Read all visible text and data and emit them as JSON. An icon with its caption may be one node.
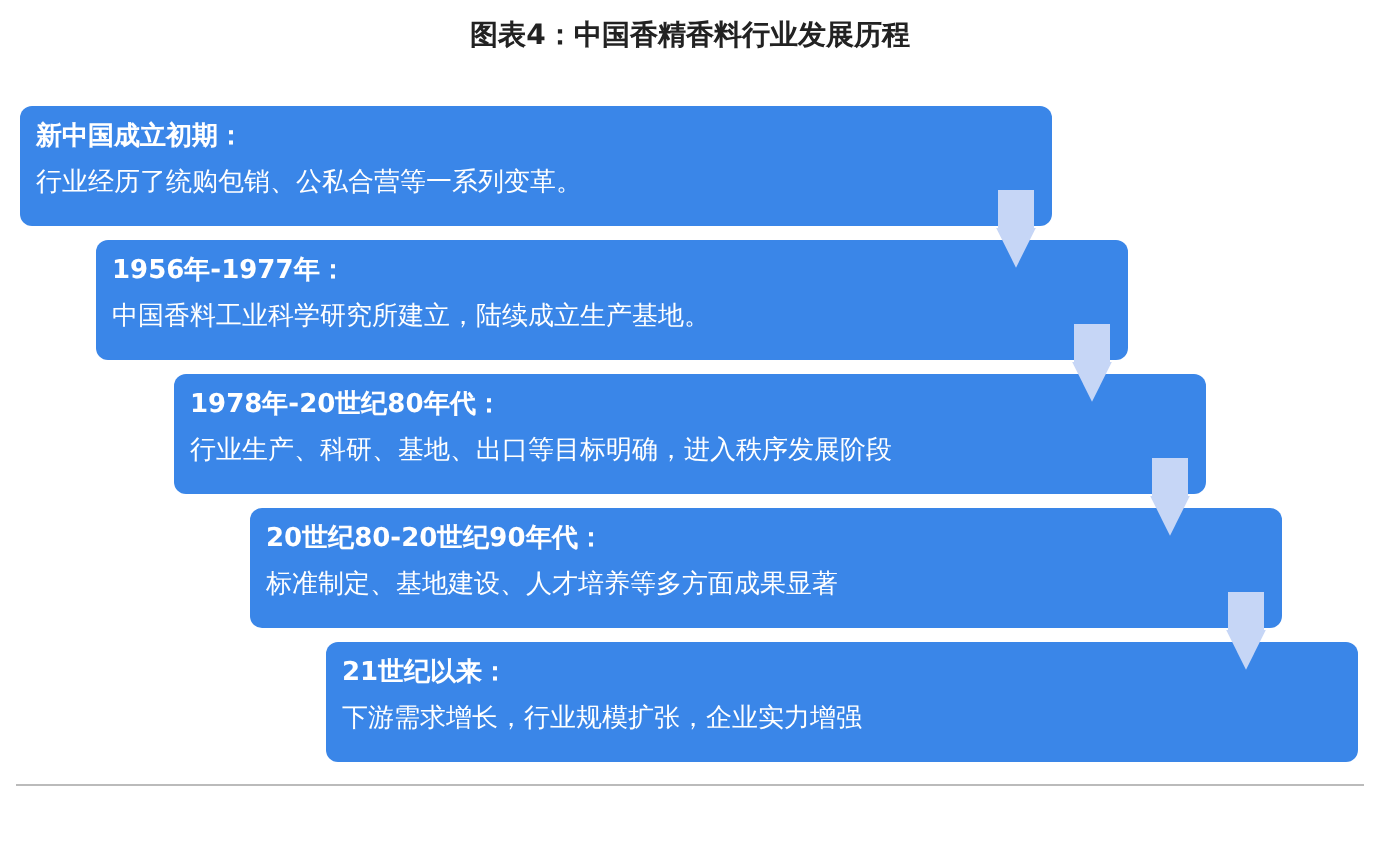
{
  "diagram": {
    "title": "图表4：中国香精香料行业发展历程",
    "nodes": [
      {
        "text": [
          "新中国成立初期：",
          "行业经历了统购包销、公私合营等一系列变革。"
        ]
      },
      {
        "text": [
          "1956年-1977年：",
          "中国香料工业科学研究所建立，陆续成立生产基地。"
        ]
      },
      {
        "text": [
          "1978年-20世纪80年代：",
          "行业生产、科研、基地、出口等目标明确，进入秩序发展阶段"
        ]
      },
      {
        "text": [
          "20世纪80-20世纪90年代：",
          "标准制定、基地建设、人才培养等多方面成果显著"
        ]
      },
      {
        "text": [
          "21世纪以来：",
          "下游需求增长，行业规模扩张，企业实力增强"
        ]
      }
    ],
    "edges": [
      {
        "from": 0,
        "to": 1,
        "arrow": "to"
      },
      {
        "from": 1,
        "to": 2,
        "arrow": "to"
      },
      {
        "from": 2,
        "to": 3,
        "arrow": "to"
      },
      {
        "from": 3,
        "to": 4,
        "arrow": "to"
      }
    ]
  }
}
